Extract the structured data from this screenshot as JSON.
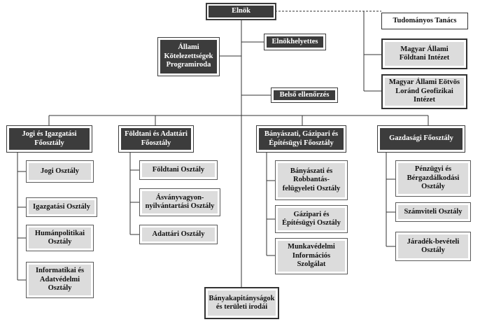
{
  "chart": {
    "president": "Elnök",
    "vice_president": "Elnökhelyettes",
    "state_obligations": "Állami Kötelezettségek Programiroda",
    "internal_audit": "Belső ellenőrzés",
    "scientific_council": "Tudományos Tanács",
    "geological_institute": "Magyar Állami Földtani Intézet",
    "eotvos_institute": "Magyar Állami Eötvös Loránd Geofizikai Intézet",
    "mining_offices": "Bányakapitányságok és területi irodái",
    "divisions": [
      {
        "title": "Jogi és Igazgatási Főosztály",
        "departments": [
          "Jogi Osztály",
          "Igazgatási Osztály",
          "Humánpolitikai Osztály",
          "Informatikai és Adatvédelmi Osztály"
        ]
      },
      {
        "title": "Földtani és Adattári Főosztály",
        "departments": [
          "Földtani Osztály",
          "Ásványvagyon-nyilvántartási Osztály",
          "Adattári Osztály"
        ]
      },
      {
        "title": "Bányászati, Gázipari és Építésügyi Főosztály",
        "departments": [
          "Bányászati és Robbantás-felügyeleti Osztály",
          "Gázipari és Építésügyi Osztály",
          "Munkavédelmi Információs Szolgálat"
        ]
      },
      {
        "title": "Gazdasági Főosztály",
        "departments": [
          "Pénzügyi és Bérgazdálkodási Osztály",
          "Számviteli Osztály",
          "Járadék-bevételi Osztály"
        ]
      }
    ]
  }
}
